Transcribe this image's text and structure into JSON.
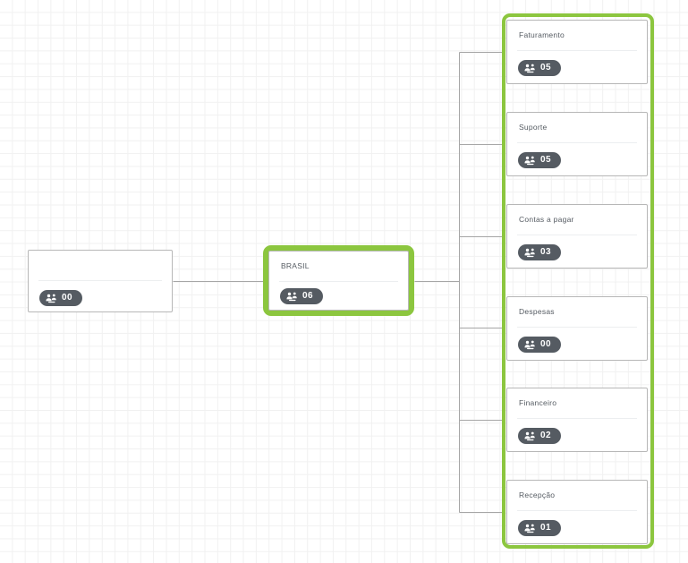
{
  "diagram": {
    "type": "org-chart",
    "selection_color": "#8cc63f",
    "badge_color": "#555b62",
    "badge_icon": "users-group-icon",
    "canvas_background": "grid"
  },
  "nodes": {
    "root": {
      "title": "",
      "count": "00",
      "selected": false
    },
    "brasil": {
      "title": "BRASIL",
      "count": "06",
      "selected": true
    },
    "children": [
      {
        "title": "Faturamento",
        "count": "05",
        "selected": true
      },
      {
        "title": "Suporte",
        "count": "05",
        "selected": true
      },
      {
        "title": "Contas a pagar",
        "count": "03",
        "selected": true
      },
      {
        "title": "Despesas",
        "count": "00",
        "selected": true
      },
      {
        "title": "Financeiro",
        "count": "02",
        "selected": true
      },
      {
        "title": "Recepção",
        "count": "01",
        "selected": true
      }
    ]
  }
}
